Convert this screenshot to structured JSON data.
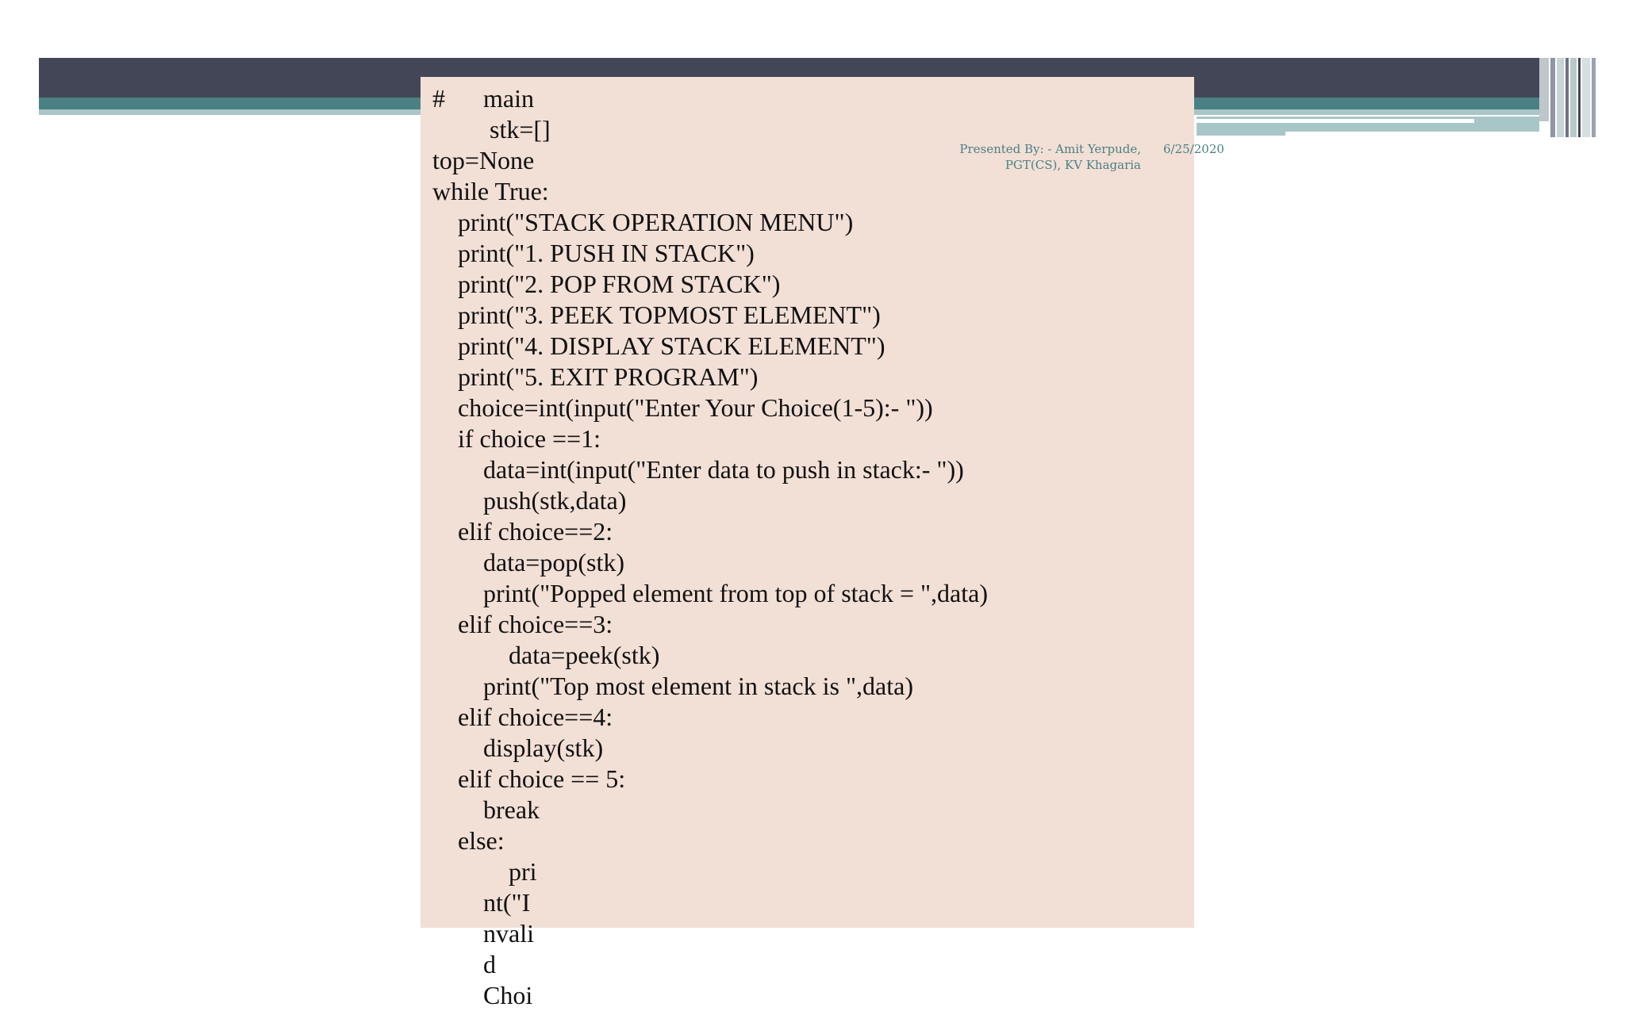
{
  "footer": {
    "presenter_line1": "Presented By: - Amit Yerpude,",
    "presenter_line2": "PGT(CS), KV Khagaria",
    "date": "6/25/2020"
  },
  "code_lines": [
    "#      main",
    "         stk=[]",
    "top=None",
    "while True:",
    "    print(\"STACK OPERATION MENU\")",
    "    print(\"1. PUSH IN STACK\")",
    "    print(\"2. POP FROM STACK\")",
    "    print(\"3. PEEK TOPMOST ELEMENT\")",
    "    print(\"4. DISPLAY STACK ELEMENT\")",
    "    print(\"5. EXIT PROGRAM\")",
    "    choice=int(input(\"Enter Your Choice(1-5):- \"))",
    "    if choice ==1:",
    "        data=int(input(\"Enter data to push in stack:- \"))",
    "        push(stk,data)",
    "    elif choice==2:",
    "        data=pop(stk)",
    "        print(\"Popped element from top of stack = \",data)",
    "    elif choice==3:",
    "            data=peek(stk)",
    "        print(\"Top most element in stack is \",data)",
    "    elif choice==4:",
    "        display(stk)",
    "    elif choice == 5:",
    "        break",
    "    else:",
    "            pri",
    "        nt(\"I",
    "        nvali",
    "        d",
    "        Choi"
  ]
}
